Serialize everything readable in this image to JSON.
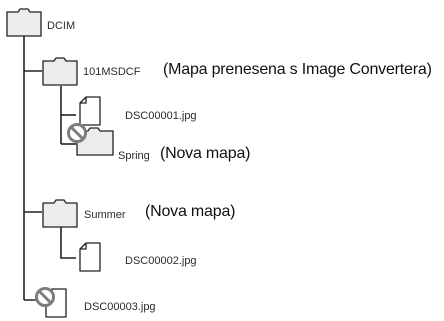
{
  "tree": {
    "root": {
      "label": "DCIM",
      "icon": "folder-icon"
    },
    "folder_101": {
      "label": "101MSDCF",
      "icon": "folder-icon",
      "note": "(Mapa prenesena s Image Convertera)"
    },
    "file_1": {
      "label": "DSC00001.jpg",
      "icon": "file-icon"
    },
    "folder_spring": {
      "label": "Spring",
      "icon": "folder-icon",
      "badge_icon": "no-entry-icon",
      "note": "(Nova mapa)"
    },
    "folder_summer": {
      "label": "Summer",
      "icon": "folder-icon",
      "note": "(Nova mapa)"
    },
    "file_2": {
      "label": "DSC00002.jpg",
      "icon": "file-icon"
    },
    "file_3": {
      "label": "DSC00003.jpg",
      "icon": "file-icon",
      "badge_icon": "no-entry-icon"
    }
  },
  "colors": {
    "folder_fill": "#ececec",
    "line": "#222222",
    "badge": "#7d7d7d"
  }
}
